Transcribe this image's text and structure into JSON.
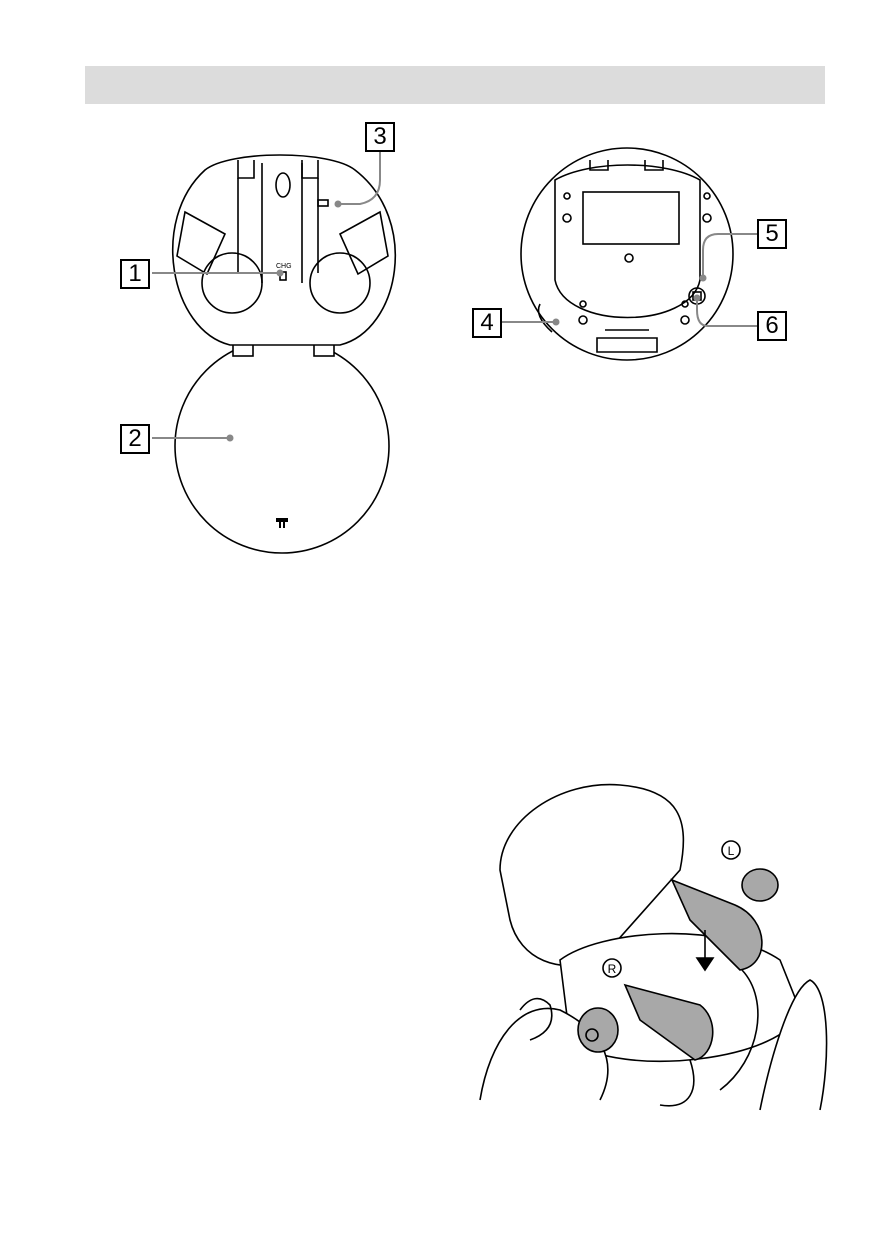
{
  "callouts": [
    "1",
    "2",
    "3",
    "4",
    "5",
    "6"
  ],
  "case_labels": {
    "chg": "CHG"
  },
  "earbud_labels": {
    "left": "L",
    "right": "R"
  },
  "colors": {
    "header_bar": "#dcdcdc",
    "line_art": "#000000",
    "leader_gray": "#888888",
    "earbud_fill": "#a8a8a8"
  }
}
